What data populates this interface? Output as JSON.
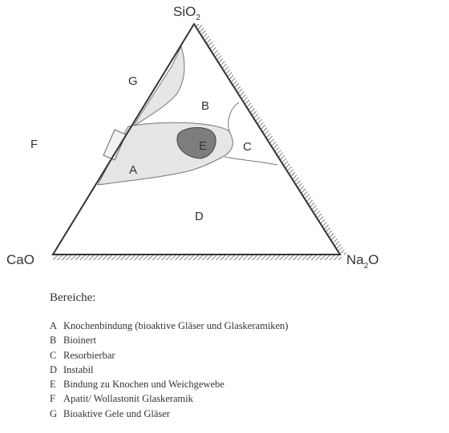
{
  "vertices": {
    "top": "SiO",
    "top_sub": "2",
    "left": "CaO",
    "right_main": "Na",
    "right_sub": "2",
    "right_tail": "O"
  },
  "region_labels": {
    "A": "A",
    "B": "B",
    "C": "C",
    "D": "D",
    "E": "E",
    "F": "F",
    "G": "G"
  },
  "legend": {
    "title": "Bereiche:",
    "items": [
      {
        "key": "A",
        "text": "Knochenbindung (bioaktive Gläser und Glaskeramiken)"
      },
      {
        "key": "B",
        "text": "Bioinert"
      },
      {
        "key": "C",
        "text": "Resorbierbar"
      },
      {
        "key": "D",
        "text": "Instabil"
      },
      {
        "key": "E",
        "text": "Bindung zu Knochen und Weichgewebe"
      },
      {
        "key": "F",
        "text": "Apatit/ Wollastonit Glaskeramik"
      },
      {
        "key": "G",
        "text": "Bioaktive Gele und Gläser"
      }
    ]
  },
  "colors": {
    "line": "#333333",
    "region_light": "#e6e6e6",
    "region_dark": "#7d7d7d"
  }
}
